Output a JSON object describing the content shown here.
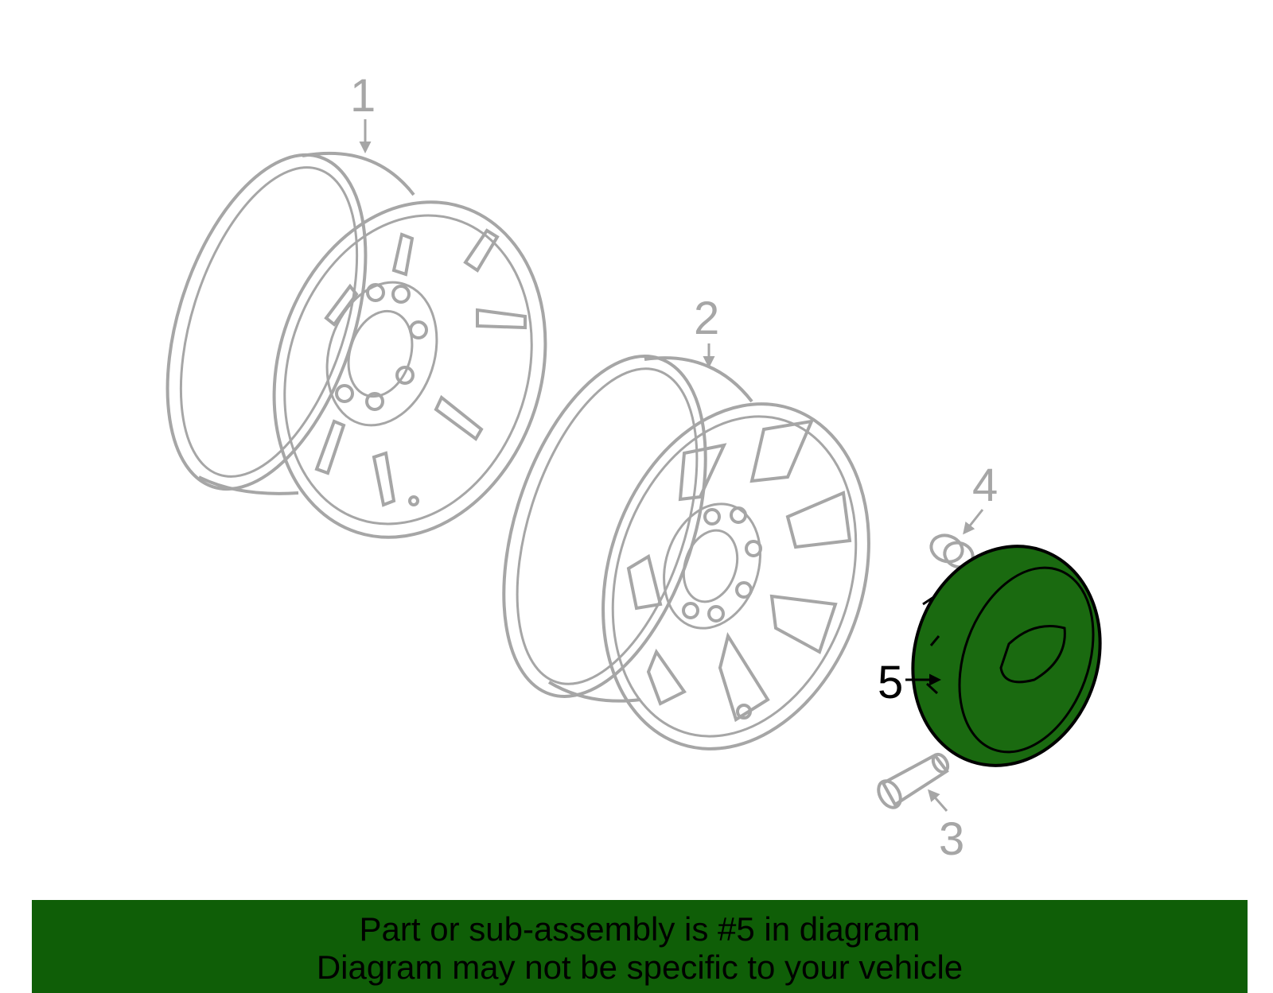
{
  "callouts": [
    {
      "id": "1",
      "label": "1"
    },
    {
      "id": "2",
      "label": "2"
    },
    {
      "id": "3",
      "label": "3"
    },
    {
      "id": "4",
      "label": "4"
    },
    {
      "id": "5",
      "label": "5"
    }
  ],
  "highlighted_part": "5",
  "banner": {
    "line1": "Part or sub-assembly is #5 in diagram",
    "line2": "Diagram may not be specific to your vehicle"
  },
  "colors": {
    "line_art": "#a6a6a6",
    "highlight_fill": "#1a6a10",
    "highlight_outline": "#000000",
    "banner_bg": "#0f5e07",
    "banner_text": "#000000"
  }
}
